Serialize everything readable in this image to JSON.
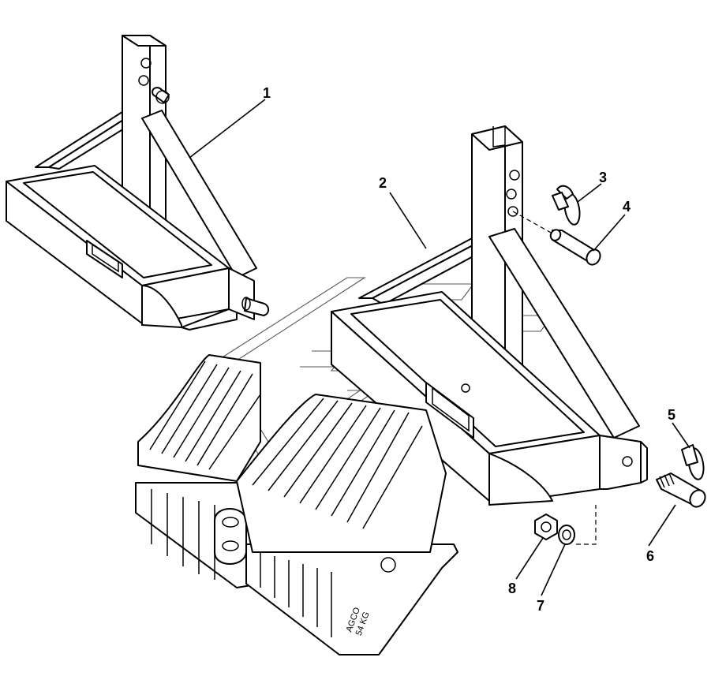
{
  "callouts": [
    {
      "id": "1",
      "label": "1"
    },
    {
      "id": "2",
      "label": "2"
    },
    {
      "id": "3",
      "label": "3"
    },
    {
      "id": "4",
      "label": "4"
    },
    {
      "id": "5",
      "label": "5"
    },
    {
      "id": "6",
      "label": "6"
    },
    {
      "id": "7",
      "label": "7"
    },
    {
      "id": "8",
      "label": "8"
    }
  ],
  "weight_marking": {
    "line1": "AGCO",
    "line2": "54 KG"
  }
}
